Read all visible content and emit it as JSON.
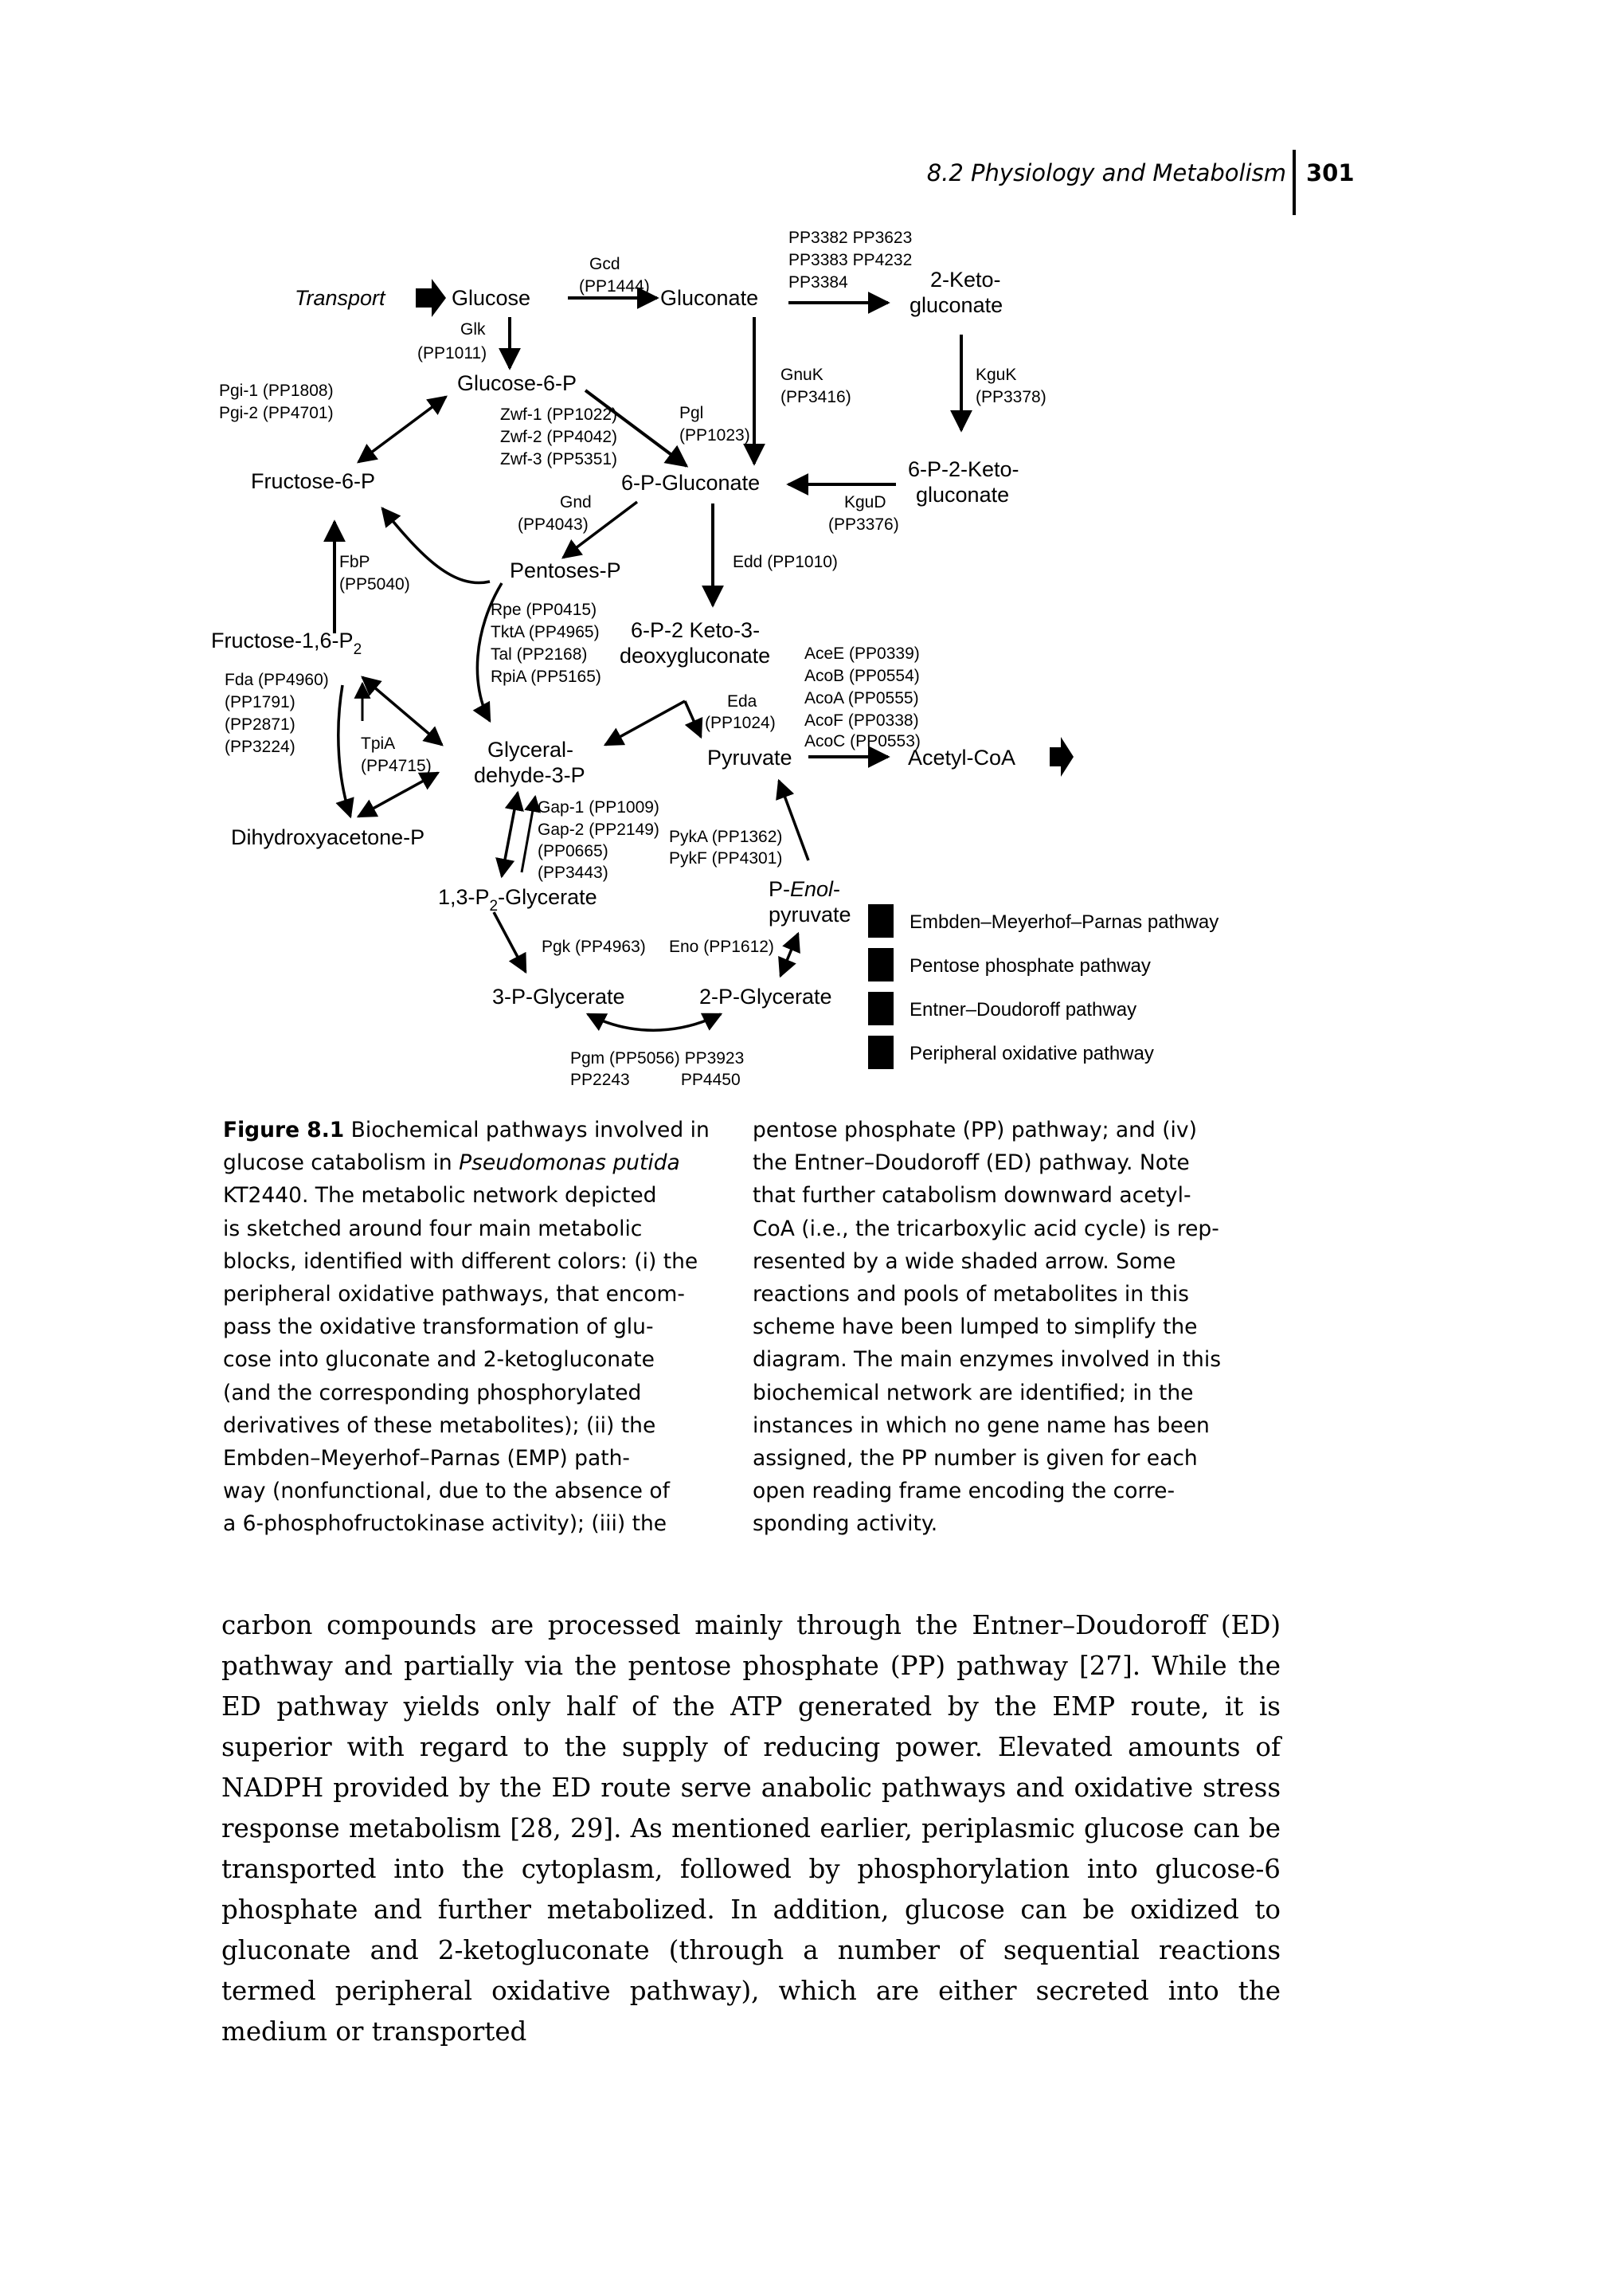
{
  "running_head": {
    "section": "8.2  Physiology and Metabolism",
    "page_number": "301"
  },
  "diagram": {
    "transport": "Transport",
    "glucose": "Glucose",
    "gcd": "Gcd",
    "gcd_gene": "(PP1444)",
    "gluconate": "Gluconate",
    "gluconate_genes": [
      "PP3382 PP3623",
      "PP3383 PP4232",
      "PP3384"
    ],
    "keto_gluconate": [
      "2-Keto-",
      "gluconate"
    ],
    "glk": "Glk",
    "glk_gene": "(PP1011)",
    "glucose_6p": "Glucose-6-P",
    "pgi": [
      "Pgi-1 (PP1808)",
      "Pgi-2 (PP4701)"
    ],
    "zwf": [
      "Zwf-1 (PP1022)",
      "Zwf-2 (PP4042)",
      "Zwf-3 (PP5351)"
    ],
    "pgl": [
      "Pgl",
      "(PP1023)"
    ],
    "gnuk": [
      "GnuK",
      "(PP3416)"
    ],
    "gukk": [
      "KguK",
      "(PP3378)"
    ],
    "fructose_6p": "Fructose-6-P",
    "gluconate_6p": "6-P-Gluconate",
    "keto_gluconate_6p": [
      "6-P-2-Keto-",
      "gluconate"
    ],
    "kgud": [
      "KguD",
      "(PP3376)"
    ],
    "gnd": [
      "Gnd",
      "(PP4043)"
    ],
    "fbp": [
      "FbP",
      "(PP5040)"
    ],
    "pentoses": "Pentoses-P",
    "edd": "Edd (PP1010)",
    "rpe": [
      "Rpe (PP0415)",
      "TktA (PP4965)",
      "Tal (PP2168)",
      "RpiA (PP5165)"
    ],
    "kdpg": [
      "6-P-2 Keto-3-",
      "deoxygluconate"
    ],
    "fructose_16p": "Fructose-1,6-P",
    "fructose_16p_sub": "2",
    "fda": [
      "Fda (PP4960)",
      "(PP1791)",
      "(PP2871)",
      "(PP3224)"
    ],
    "acee": [
      "AceE (PP0339)",
      "AcoB (PP0554)",
      "AcoA (PP0555)",
      "AcoF (PP0338)",
      "AcoC (PP0553)"
    ],
    "eda": [
      "Eda",
      "(PP1024)"
    ],
    "tpia": [
      "TpiA",
      "(PP4715)"
    ],
    "glyceraldehyde": [
      "Glyceral-",
      "dehyde-3-P"
    ],
    "pyruvate": "Pyruvate",
    "acetyl_coa": "Acetyl-CoA",
    "dhap": "Dihydroxyacetone-P",
    "gap": [
      "Gap-1 (PP1009)",
      "Gap-2 (PP2149)",
      "(PP0665)",
      "(PP3443)"
    ],
    "pyk": [
      "PykA (PP1362)",
      "PykF (PP4301)"
    ],
    "pep": [
      "P-Enol-",
      "pyruvate"
    ],
    "bpg_prefix": "1,3-P",
    "bpg_sub": "2",
    "bpg_suffix": "-Glycerate",
    "pgk": "Pgk (PP4963)",
    "eno": "Eno (PP1612)",
    "pg3": "3-P-Glycerate",
    "pg2": "2-P-Glycerate",
    "pgm": [
      "Pgm (PP5056) PP3923",
      "PP2243           PP4450"
    ]
  },
  "legend": [
    {
      "label": "Embden–Meyerhof–Parnas pathway",
      "color": "#000000"
    },
    {
      "label": "Pentose phosphate pathway",
      "color": "#000000"
    },
    {
      "label": "Entner–Doudoroff pathway",
      "color": "#000000"
    },
    {
      "label": "Peripheral oxidative pathway",
      "color": "#000000"
    }
  ],
  "caption": {
    "label": "Figure 8.1",
    "left": "Biochemical pathways involved in\nglucose catabolism in Pseudomonas putida\nKT2440. The metabolic network depicted\nis sketched around four main metabolic\nblocks, identified with different colors: (i) the\nperipheral oxidative pathways, that encom-\npass the oxidative transformation of glu-\ncose into gluconate and 2-ketogluconate\n(and the corresponding phosphorylated\nderivatives of these metabolites); (ii) the\nEmbden–Meyerhof–Parnas (EMP) path-\nway (nonfunctional, due to the absence of\na 6-phosphofructokinase activity); (iii) the",
    "right": "pentose phosphate (PP) pathway; and (iv)\nthe Entner–Doudoroff (ED) pathway. Note\nthat further catabolism downward acetyl-\nCoA (i.e., the tricarboxylic acid cycle) is rep-\nresented by a wide shaded arrow. Some\nreactions and pools of metabolites in this\nscheme have been lumped to simplify the\ndiagram. The main enzymes involved in this\nbiochemical network are identified; in the\ninstances in which no gene name has been\nassigned, the PP number is given for each\nopen reading frame encoding the corre-\nsponding activity."
  },
  "body_text": "carbon compounds are processed mainly through the Entner–Doudoroff (ED) pathway and partially via the pentose phosphate (PP) pathway [27]. While the ED pathway yields only half of the ATP generated by the EMP route, it is superior with regard to the supply of reducing power. Elevated amounts of NADPH provided by the ED route serve anabolic pathways and oxidative stress response metabolism [28, 29]. As mentioned earlier, periplasmic glucose can be transported into the cytoplasm, followed by phosphorylation into glucose-6 phosphate and further metabolized. In addition, glucose can be oxidized to gluconate and 2-ketogluconate (through a number of sequential reactions termed peripheral oxidative pathway), which are either secreted into the medium or transported"
}
